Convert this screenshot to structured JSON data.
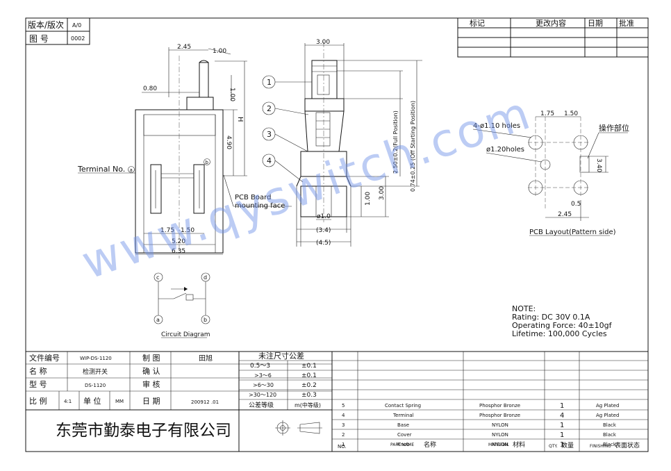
{
  "header": {
    "version_label": "版本/版次",
    "version_value": "A/0",
    "drawing_no_label": "图 号",
    "drawing_no_value": "0002"
  },
  "revision_table": {
    "headers": [
      "标记",
      "更改内容",
      "日期",
      "批准"
    ]
  },
  "side_view": {
    "dims": [
      "2.45",
      "1.00",
      "0.80",
      "1.00",
      "H",
      "4.90",
      "1.75",
      "1.50",
      "5.20",
      "6.35"
    ],
    "terminal_label": "Terminal No.",
    "terminal_marks": [
      "a",
      "b"
    ],
    "pcb_label_1": "PCB Board",
    "pcb_label_2": "mounting face"
  },
  "front_view": {
    "dims": [
      "3.00",
      "3.00",
      "1.00",
      "ø1.0",
      "(3.4)",
      "(4.5)"
    ],
    "balloons": [
      "1",
      "2",
      "3",
      "4"
    ],
    "vertical_dims": [
      "2.50±0.2(Full Position)",
      "0.74±0.25 (Off Starting Position)"
    ]
  },
  "pcb_layout": {
    "holes_label": "4-ø1.10 holes",
    "hole2_label": "ø1.20holes",
    "dims": [
      "1.75",
      "1.50",
      "3.40",
      "0.5",
      "2.45"
    ],
    "operation_label": "操作部位",
    "caption": "PCB Layout(Pattern side)"
  },
  "circuit": {
    "terminals": [
      "c",
      "d",
      "a",
      "b"
    ],
    "caption": "Circuit Diagram"
  },
  "notes": {
    "title": "NOTE:",
    "lines": [
      "Rating: DC 30V 0.1A",
      "Operating Force: 40±10gf",
      "Lifetime: 100,000 Cycles"
    ]
  },
  "watermark": "www.qyswitch.com",
  "title_block": {
    "doc_no_label": "文件编号",
    "doc_no_value": "WIP-DS-1120",
    "name_label": "名 称",
    "name_value": "检测开关",
    "model_label": "型 号",
    "model_value": "DS-1120",
    "scale_label": "比 例",
    "scale_value": "4:1",
    "unit_label": "单 位",
    "unit_value": "MM",
    "drawn_label": "制 图",
    "drawn_value": "田旭",
    "checked_label": "确 认",
    "checked_value": "",
    "approved_label": "审 核",
    "approved_value": "",
    "date_label": "日 期",
    "date_value": "200912 .01",
    "company": "东莞市勤泰电子有限公司"
  },
  "tolerance_table": {
    "title": "未注尺寸公差",
    "rows": [
      {
        "range": "0.5～3",
        "tol": "±0.1"
      },
      {
        "range": ">3～6",
        "tol": "±0.1"
      },
      {
        "range": ">6～30",
        "tol": "±0.2"
      },
      {
        "range": ">30～120",
        "tol": "±0.3"
      }
    ],
    "grade_label": "公差等级",
    "grade_value": "m(中等级)"
  },
  "parts_table": {
    "rows": [
      {
        "no": "5",
        "name": "Contact Spring",
        "material": "Phosphor Bronze",
        "qty": "1",
        "finish": "Ag Plated"
      },
      {
        "no": "4",
        "name": "Terminal",
        "material": "Phosphor Bronze",
        "qty": "4",
        "finish": "Ag Plated"
      },
      {
        "no": "3",
        "name": "Base",
        "material": "NYLON",
        "qty": "1",
        "finish": "Black"
      },
      {
        "no": "2",
        "name": "Cover",
        "material": "NYLON",
        "qty": "1",
        "finish": "Black"
      },
      {
        "no": "1",
        "name": "Knob",
        "material": "NYLON",
        "qty": "1",
        "finish": "Black"
      }
    ],
    "headers": {
      "no": "NO.",
      "name_en": "PART NAME",
      "name_cn": "名称",
      "material_en": "MATERIAL",
      "material_cn": "材料",
      "qty_en": "QTY.",
      "qty_cn": "数量",
      "finish_en": "FINISHING",
      "finish_cn": "表面状态"
    }
  }
}
